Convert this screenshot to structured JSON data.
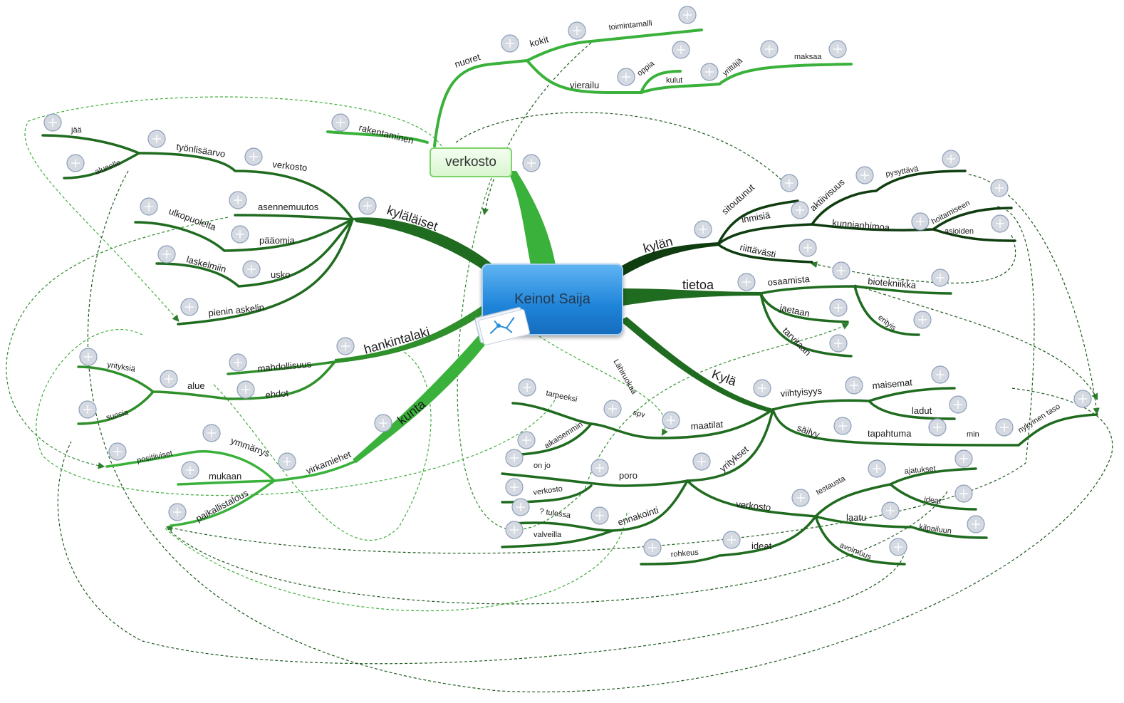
{
  "center": {
    "label": "Keinot Saija"
  },
  "sub_center": {
    "label": "verkosto"
  },
  "branches": {
    "kylalaiset": "kyläläiset",
    "hankintalaki": "hankintalaki",
    "kunta": "kunta",
    "kylan": "kylän",
    "tietoa": "tietoa",
    "kyla": "Kylä"
  },
  "verkosto_topics": {
    "rakentaminen": "rakentaminen",
    "nuoret": "nuoret",
    "kokit": "kokit",
    "toimintamalli": "toimintamalli",
    "vierailu": "vierailu",
    "oppia": "oppia",
    "kulut": "kulut",
    "yrittaja": "yrittäjä",
    "maksaa": "maksaa"
  },
  "kylalaiset_topics": {
    "jaa": "jää",
    "alueelle": "alueelle",
    "tyonlisaarvo": "työnlisäarvo",
    "verkosto": "verkosto",
    "asennemuutos": "asennemuutos",
    "ulkopuolelta": "ulkopuolelta",
    "paaomia": "pääomia",
    "laskelmiin": "laskelmiin",
    "usko": "usko",
    "pienin_askelin": "pienin askelin"
  },
  "hankintalaki_topics": {
    "mahdollisuus": "mahdollisuus",
    "ehdot": "ehdot",
    "alue": "alue",
    "yrityksia": "yrityksiä",
    "suosia": "suosia"
  },
  "kunta_topics": {
    "virkamiehet": "virkamiehet",
    "ymmarrys": "ymmärrys",
    "positiiviset": "positiiviset",
    "mukaan": "mukaan",
    "paikallistalous": "paikallistalous"
  },
  "kylan_topics": {
    "sitoutunut": "sitoutunut",
    "ihmisia": "ihmisiä",
    "riittavasti": "riittävästi",
    "aktiivisuus": "aktiivisuus",
    "pysyttava": "pysyttävä",
    "kunnianhimoa": "kunnianhimoa",
    "hoitamiseen": "hoitamiseen",
    "asioiden": "asioiden"
  },
  "tietoa_topics": {
    "osaamista": "osaamista",
    "jaetaan": "jaetaan",
    "tarvitaan": "tarvitaan",
    "biotekniikka": "biotekniikka",
    "erityis": "erityis"
  },
  "kyla_topics": {
    "lahiruokaa": "Lähiruokaa",
    "viihtyisyys": "viihtyisyys",
    "maisemat": "maisemat",
    "ladut": "ladut",
    "sailyy": "säilyy",
    "tapahtuma": "tapahtuma",
    "min": "min",
    "nykyinen_taso": "nykyinen taso",
    "maatilat": "maatilat",
    "spv": "spv",
    "tarpeeksi": "tarpeeksi",
    "aikaisemmin": "aikaisemmin",
    "yritykset": "yritykset",
    "poro": "poro",
    "on_jo": "on jo",
    "verkosto_poro": "verkosto",
    "ennakointi": "ennakointi",
    "tulossa": "? tulossa",
    "valveilla": "valveilla",
    "verkosto_yr": "verkosto",
    "testausta": "testausta",
    "ajatukset": "ajatukset",
    "ideat_a": "ideat",
    "laatu": "laatu",
    "kilpailuun": "kilpailuun",
    "avoimuus": "avoimuus",
    "ideat_b": "ideat",
    "rohkeus": "rohkeus"
  },
  "colors": {
    "dark_green": "#1f6b1f",
    "mid_green": "#2f8f2a",
    "light_green": "#39b13a",
    "darkest_green": "#0f3d10",
    "center_blue": "#1e84d9",
    "bubble": "#d4d9e2"
  }
}
